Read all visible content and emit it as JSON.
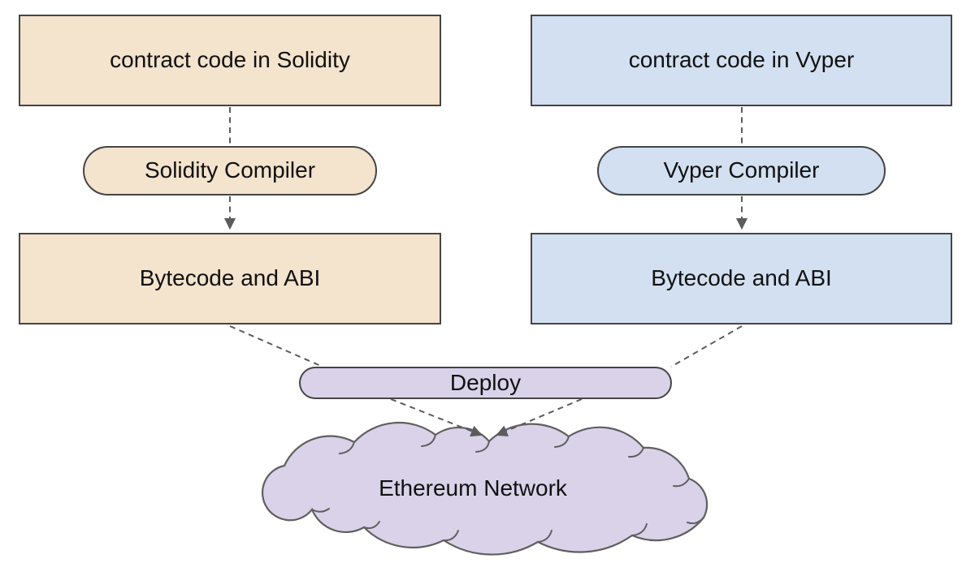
{
  "diagram": {
    "columns": {
      "solidity": {
        "source_label": "contract code in Solidity",
        "compiler_label": "Solidity Compiler",
        "output_label": "Bytecode and ABI",
        "fill": "#f4e3cd"
      },
      "vyper": {
        "source_label": "contract code in Vyper",
        "compiler_label": "Vyper Compiler",
        "output_label": "Bytecode and ABI",
        "fill": "#d2e0f1"
      }
    },
    "deploy_label": "Deploy",
    "network_label": "Ethereum Network",
    "colors": {
      "background": "#ffffff",
      "purple_fill": "#d9d2e9",
      "node_border": "#454545",
      "connector": "#5c5c5c",
      "cloud_stroke": "#5f5f5f",
      "text": "#111111"
    }
  }
}
